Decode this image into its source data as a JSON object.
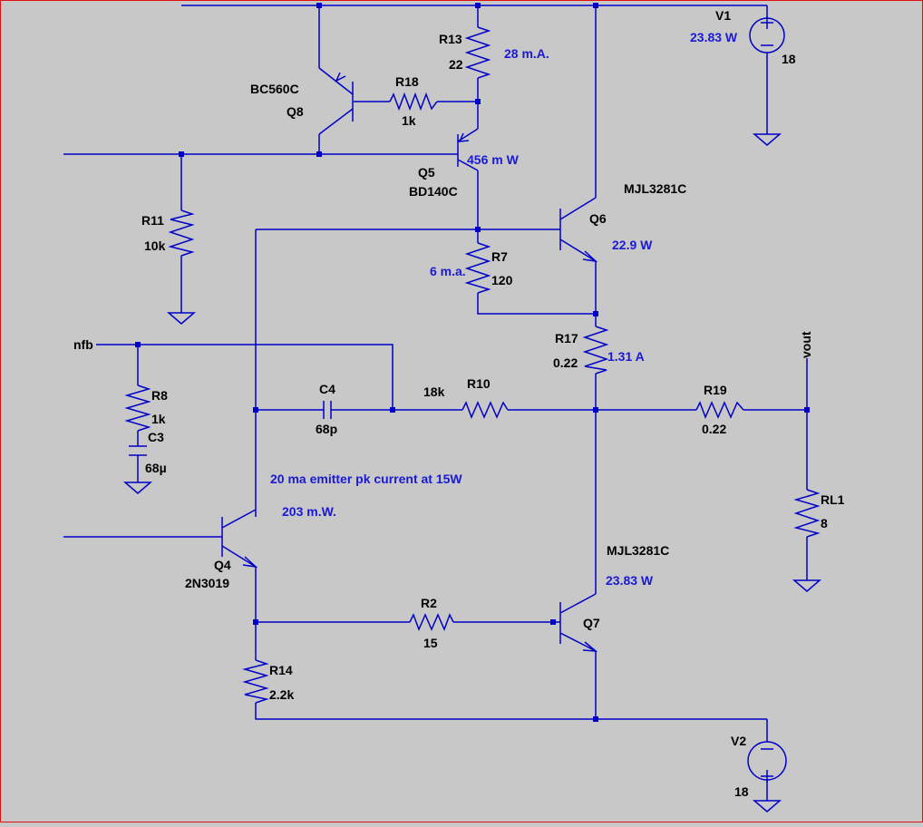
{
  "components": {
    "R13": {
      "name": "R13",
      "value": "22"
    },
    "R18": {
      "name": "R18",
      "value": "1k"
    },
    "Q8": {
      "name": "Q8",
      "model": "BC560C"
    },
    "Q5": {
      "name": "Q5",
      "model": "BD140C"
    },
    "R11": {
      "name": "R11",
      "value": "10k"
    },
    "Q6": {
      "name": "Q6",
      "model": "MJL3281C"
    },
    "R7": {
      "name": "R7",
      "value": "120"
    },
    "R17": {
      "name": "R17",
      "value": "0.22"
    },
    "R8": {
      "name": "R8",
      "value": "1k"
    },
    "C3": {
      "name": "C3",
      "value": "68µ"
    },
    "C4": {
      "name": "C4",
      "value": "68p"
    },
    "R10": {
      "name": "R10",
      "value": "18k"
    },
    "R19": {
      "name": "R19",
      "value": "0.22"
    },
    "RL1": {
      "name": "RL1",
      "value": "8"
    },
    "Q4": {
      "name": "Q4",
      "model": "2N3019"
    },
    "Q7": {
      "name": "Q7",
      "model": "MJL3281C"
    },
    "R2": {
      "name": "R2",
      "value": "15"
    },
    "R14": {
      "name": "R14",
      "value": "2.2k"
    },
    "V1": {
      "name": "V1",
      "value": "18"
    },
    "V2": {
      "name": "V2",
      "value": "18"
    }
  },
  "nets": {
    "nfb": "nfb",
    "vout": "vout"
  },
  "annotations": {
    "v1_power": "23.83 W",
    "r13_current": "28 m.A.",
    "q5_power": "456 m W",
    "q6_power": "22.9 W",
    "r7_current": "6 m.a.",
    "r17_current": "1.31 A",
    "emitter_note": "20 ma emitter pk current at 15W",
    "q4_power": "203 m.W.",
    "q7_power": "23.83 W"
  },
  "colors": {
    "background": "#c8c8c8",
    "wire": "#0000c8",
    "annotation": "#1a1ad6",
    "label": "#000000",
    "frame": "#dd1111"
  }
}
